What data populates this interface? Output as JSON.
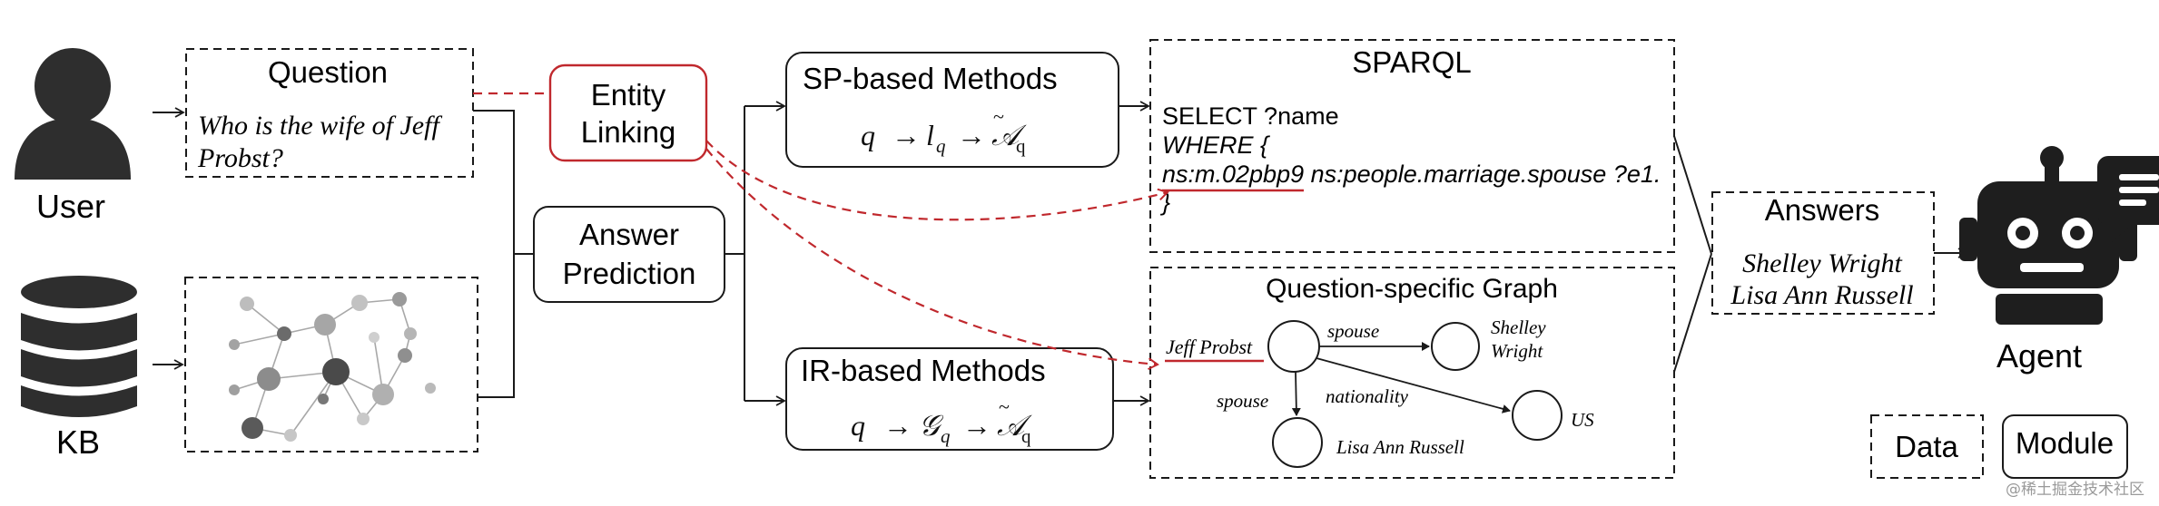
{
  "user": {
    "label": "User"
  },
  "kb": {
    "label": "KB"
  },
  "agent": {
    "label": "Agent"
  },
  "question": {
    "title": "Question",
    "text_line1": "Who is the wife of Jeff",
    "text_line2": "Probst?"
  },
  "entity_linking": {
    "line1": "Entity",
    "line2": "Linking"
  },
  "answer_prediction": {
    "line1": "Answer",
    "line2": "Prediction"
  },
  "sp_methods": {
    "title": "SP-based Methods"
  },
  "ir_methods": {
    "title": "IR-based Methods"
  },
  "sparql": {
    "title": "SPARQL",
    "line1": "SELECT ?name",
    "line2": "WHERE {",
    "line3_entity": "ns:m.02pbp9",
    "line3_rest": " ns:people.marriage.spouse ?e1.",
    "line4": "}"
  },
  "graph": {
    "title": "Question-specific Graph",
    "head": "Jeff Probst",
    "node_shelley_1": "Shelley",
    "node_shelley_2": "Wright",
    "node_us": "US",
    "node_lisa": "Lisa Ann Russell",
    "edge_spouse_1": "spouse",
    "edge_spouse_2": "spouse",
    "edge_nationality": "nationality"
  },
  "answers": {
    "title": "Answers",
    "line1": "Shelley Wright",
    "line2": "Lisa Ann Russell"
  },
  "legend": {
    "data": "Data",
    "module": "Module"
  },
  "watermark": "@稀土掘金技术社区",
  "colors": {
    "accent_red": "#c0282d",
    "icon_dark": "#2e2e2e",
    "stroke": "#1a1a1a"
  }
}
